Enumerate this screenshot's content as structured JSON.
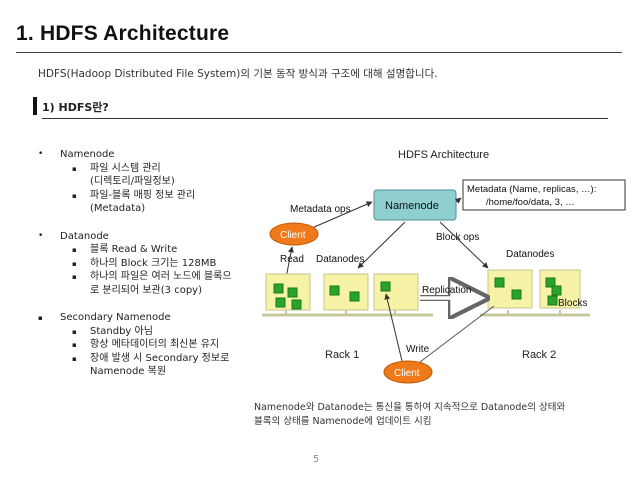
{
  "slide": {
    "title": "1. HDFS Architecture",
    "subtitle": "HDFS(Hadoop Distributed File System)의 기본 동작 방식과 구조에 대해 설명합니다.",
    "section": "1) HDFS란?",
    "page": "5"
  },
  "bullets": [
    {
      "level": 1,
      "marker": "•",
      "text": "Namenode"
    },
    {
      "level": 2,
      "marker": "▪",
      "text": "파일 시스템 관리"
    },
    {
      "level": 3,
      "text": "(디렉토리/파일정보)"
    },
    {
      "level": 2,
      "marker": "▪",
      "text": "파일-블록 매핑 정보 관리"
    },
    {
      "level": 3,
      "text": " (Metadata)"
    },
    {
      "gap": true
    },
    {
      "level": 1,
      "marker": "•",
      "text": "Datanode"
    },
    {
      "level": 2,
      "marker": "▪",
      "text": "블록 Read & Write"
    },
    {
      "level": 2,
      "marker": "▪",
      "text": "하나의 Block 크기는 128MB"
    },
    {
      "level": 2,
      "marker": "▪",
      "text": "하나의 파일은 여러 노드에 블록으"
    },
    {
      "level": 3,
      "text": "로 분리되어 보관(3 copy)"
    },
    {
      "gap": true
    },
    {
      "level": 1,
      "marker": "▪",
      "text": "Secondary Namenode"
    },
    {
      "level": 2,
      "marker": "▪",
      "text": "Standby 아님"
    },
    {
      "level": 2,
      "marker": "▪",
      "text": "항상 메타데이터의 최신본 유지"
    },
    {
      "level": 2,
      "marker": "▪",
      "text": "장애 발생 시 Secondary 정보로"
    },
    {
      "level": 3,
      "text": "Namenode 복원"
    }
  ],
  "diagram": {
    "title": "HDFS Architecture",
    "namenode": "Namenode",
    "metadata_line1": "Metadata (Name, replicas, …):",
    "metadata_line2": "/home/foo/data, 3, …",
    "metadata_ops": "Metadata ops",
    "block_ops": "Block ops",
    "client_top": "Client",
    "client_bottom": "Client",
    "read": "Read",
    "write": "Write",
    "datanodes_left": "Datanodes",
    "datanodes_right": "Datanodes",
    "replication": "Replication",
    "blocks": "Blocks",
    "rack1": "Rack 1",
    "rack2": "Rack 2",
    "colors": {
      "namenode_fill": "#8fcfcf",
      "client_fill": "#f07a1a",
      "datanode_fill": "#f6f2a6",
      "block_fill": "#2aa32a",
      "rack_line": "#c8c8a0"
    }
  },
  "caption": {
    "line1": "Namenode와 Datanode는 통신을 통하여 지속적으로 Datanode의 상태와",
    "line2": "블록의 상태를 Namenode에 업데이트 시킴"
  }
}
